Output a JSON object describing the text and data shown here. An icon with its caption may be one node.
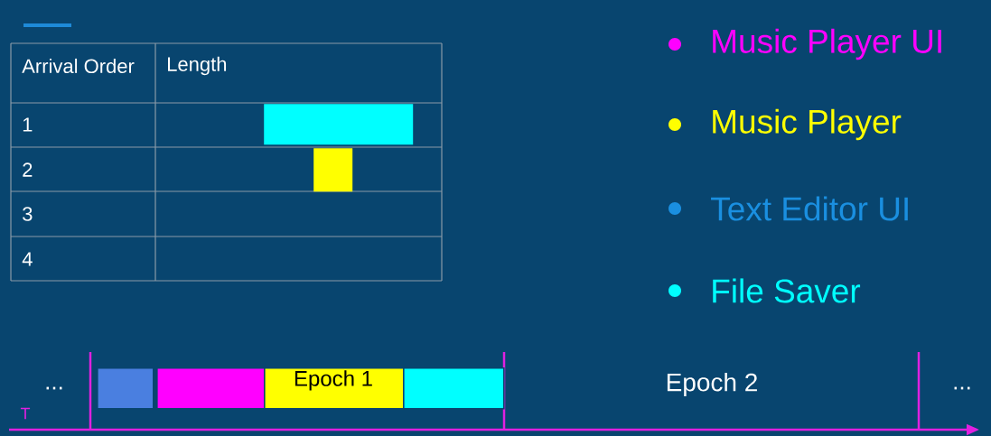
{
  "diagram": {
    "nodes": [
      {
        "text": [],
        "shape": "bar"
      },
      {
        "text": [],
        "shape": "bar"
      },
      {
        "text": [],
        "shape": "box"
      },
      {
        "text": [],
        "shape": "box"
      },
      {
        "text": [
          "Epoch 1"
        ]
      },
      {
        "text": [],
        "shape": "box"
      }
    ],
    "edges": [],
    "labels": [
      "Arrival Order",
      "Length",
      "1",
      "2",
      "3",
      "4",
      "...",
      "Epoch 2",
      "...",
      "T"
    ],
    "legend": [
      {
        "text": "Music Player UI",
        "color": "#ff00ff"
      },
      {
        "text": "Music Player",
        "color": "#ffff00"
      },
      {
        "text": "Text Editor UI",
        "color": "#1a8fe0"
      },
      {
        "text": "File Saver",
        "color": "#00ffff"
      }
    ]
  }
}
